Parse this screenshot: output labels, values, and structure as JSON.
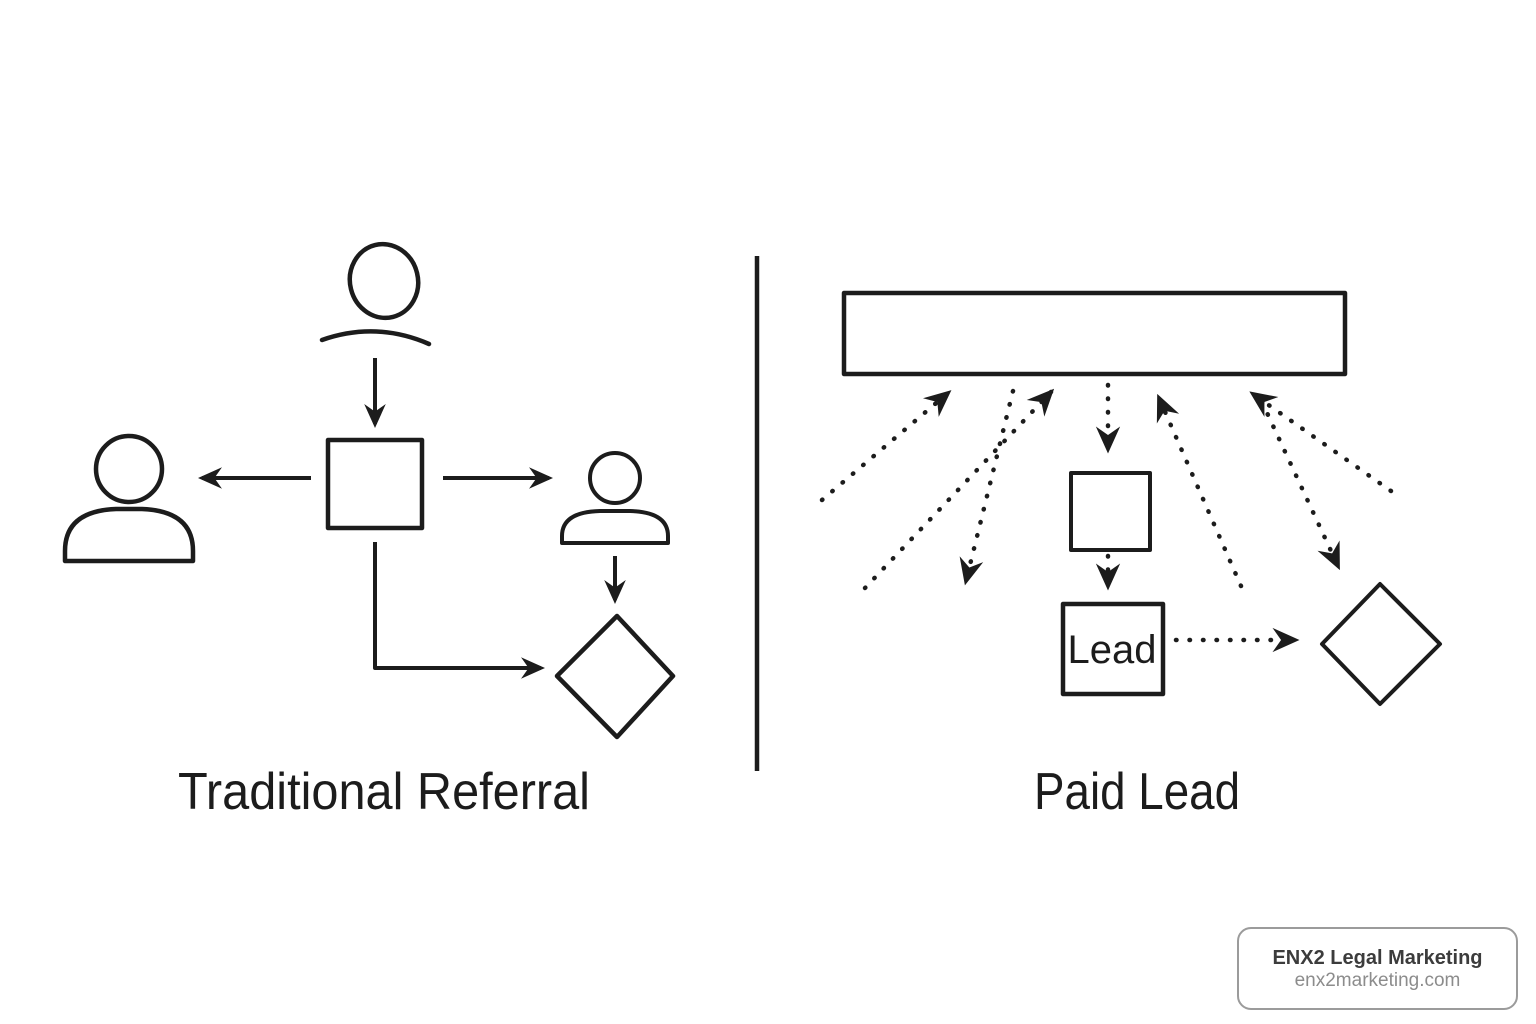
{
  "colors": {
    "background": "#ffffff",
    "ink": "#1c1c1c",
    "watermark_border": "#9b9b9b",
    "watermark_title_color": "#3c3c3c",
    "watermark_url_color": "#8c8c8c"
  },
  "left_diagram": {
    "title": "Traditional Referral",
    "icons": [
      "person-icon",
      "person-icon",
      "person-icon",
      "referral-box",
      "diamond-outcome"
    ]
  },
  "right_diagram": {
    "title": "Paid Lead",
    "lead_label": "Lead",
    "icons": [
      "ad-banner-box",
      "capture-box",
      "lead-box",
      "diamond-outcome",
      "dotted-arrows"
    ]
  },
  "watermark": {
    "name": "ENX2 Legal Marketing",
    "url": "enx2marketing.com"
  }
}
